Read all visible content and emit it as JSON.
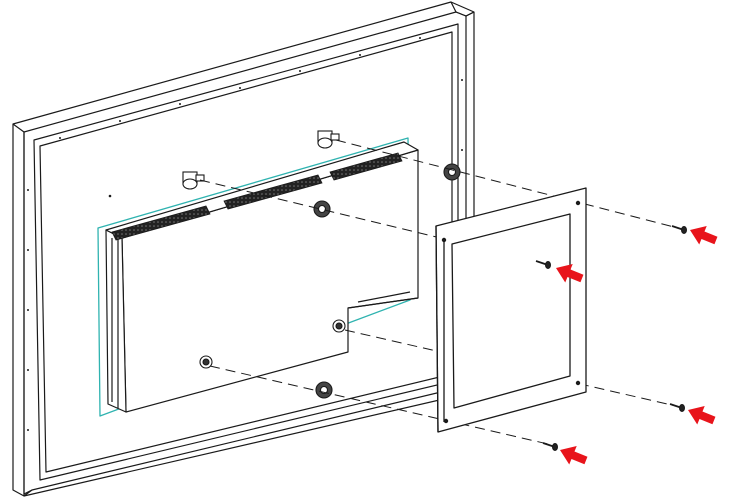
{
  "diagram": {
    "kind": "exploded-assembly-line-drawing",
    "text_labels": [],
    "parts": {
      "monitor": "panel-monitor-rear-view",
      "mount_plate": "square-mounting-bracket",
      "screws": 4,
      "standoffs": 2,
      "vesa_holes": 4
    },
    "callout_arrow_count": 4,
    "colors": {
      "line": "#1a1a1a",
      "callout_arrow": "#e8141b",
      "inner_panel_edge": "#2fb3b0",
      "background": "#ffffff"
    }
  }
}
